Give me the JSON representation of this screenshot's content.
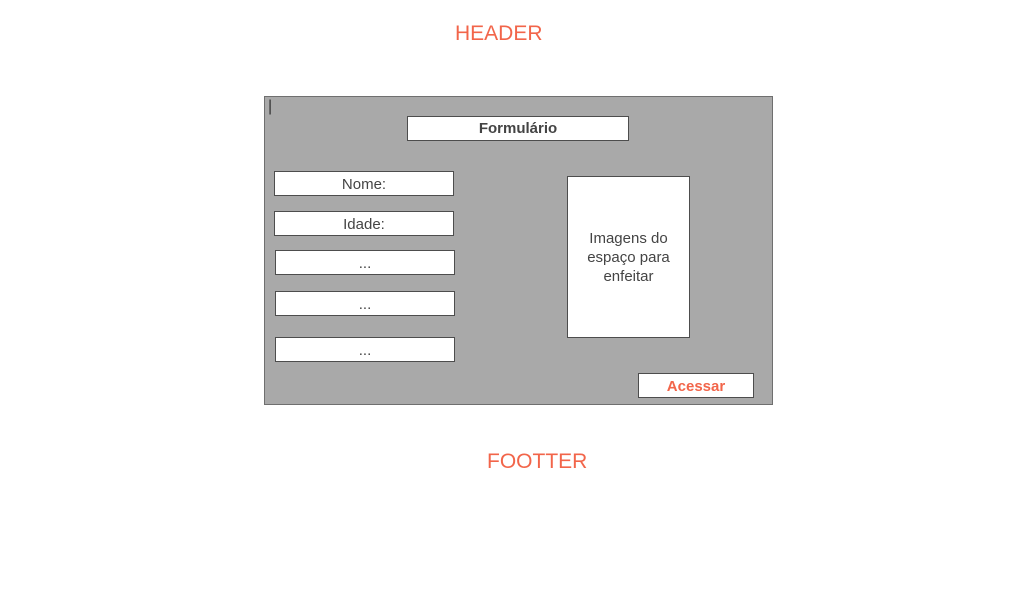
{
  "header": {
    "label": "HEADER"
  },
  "form": {
    "cursor_glyph": "|",
    "title": "Formulário",
    "fields": [
      {
        "label": "Nome:"
      },
      {
        "label": "Idade:"
      },
      {
        "label": "..."
      },
      {
        "label": "..."
      },
      {
        "label": "..."
      }
    ],
    "image_placeholder": "Imagens do espaço para enfeitar",
    "submit_label": "Acessar"
  },
  "footer": {
    "label": "FOOTTER"
  },
  "colors": {
    "accent": "#f2654a",
    "panel_background": "#a9a9a9",
    "box_background": "#ffffff"
  }
}
